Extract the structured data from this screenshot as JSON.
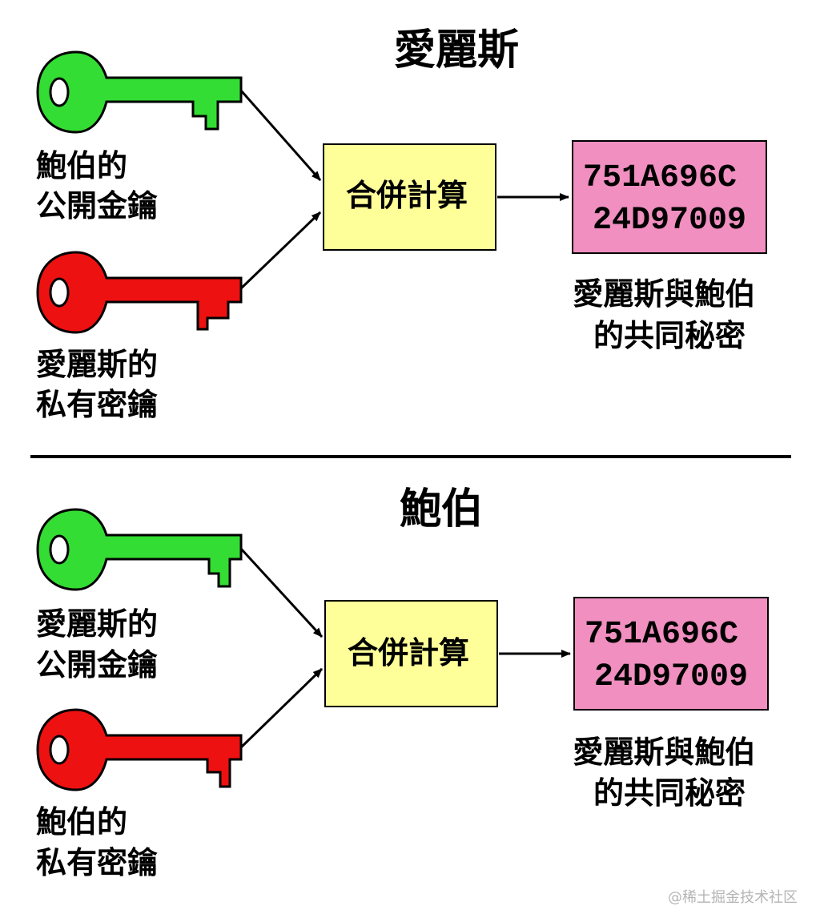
{
  "colors": {
    "public_key": "#33dd33",
    "private_key": "#ee1111",
    "compute_box": "#ffff99",
    "secret_box": "#f08fc0",
    "line": "#000000"
  },
  "sections": [
    {
      "title": "愛麗斯",
      "public_key_label": [
        "鮑伯的",
        "公開金鑰"
      ],
      "private_key_label": [
        "愛麗斯的",
        "私有密鑰"
      ],
      "compute_label": "合併計算",
      "secret_value": [
        "751A696C",
        "24D97009"
      ],
      "secret_caption": [
        "愛麗斯與鮑伯",
        "的共同秘密"
      ]
    },
    {
      "title": "鮑伯",
      "public_key_label": [
        "愛麗斯的",
        "公開金鑰"
      ],
      "private_key_label": [
        "鮑伯的",
        "私有密鑰"
      ],
      "compute_label": "合併計算",
      "secret_value": [
        "751A696C",
        "24D97009"
      ],
      "secret_caption": [
        "愛麗斯與鮑伯",
        "的共同秘密"
      ]
    }
  ],
  "watermark": "@稀土掘金技术社区",
  "icons": [
    "key-icon"
  ]
}
